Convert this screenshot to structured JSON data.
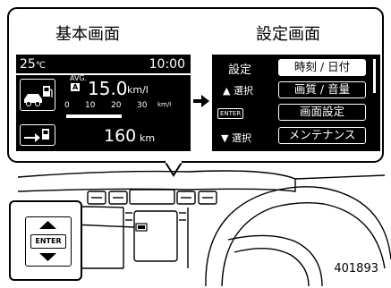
{
  "titles": {
    "basic": "基本画面",
    "settings": "設定画面"
  },
  "basic_screen": {
    "temperature": "25",
    "temp_unit": "℃",
    "clock": "10:00",
    "avg_label": "AVG.",
    "avg_marker": "A",
    "fuel_value": "15.0",
    "fuel_unit": "km/l",
    "scale": [
      "0",
      "10",
      "20",
      "30",
      "km/l"
    ],
    "range_value": "160",
    "range_unit": "km"
  },
  "settings_screen": {
    "header": "設定",
    "up_select": "▲ 選択",
    "enter": "ENTER",
    "down_select": "▼ 選択",
    "menu": [
      "時刻 / 日付",
      "画質 / 音量",
      "画面設定",
      "メンテナンス"
    ],
    "selected_index": 0
  },
  "controller": {
    "enter_label": "ENTER"
  },
  "figure_id": "401893"
}
